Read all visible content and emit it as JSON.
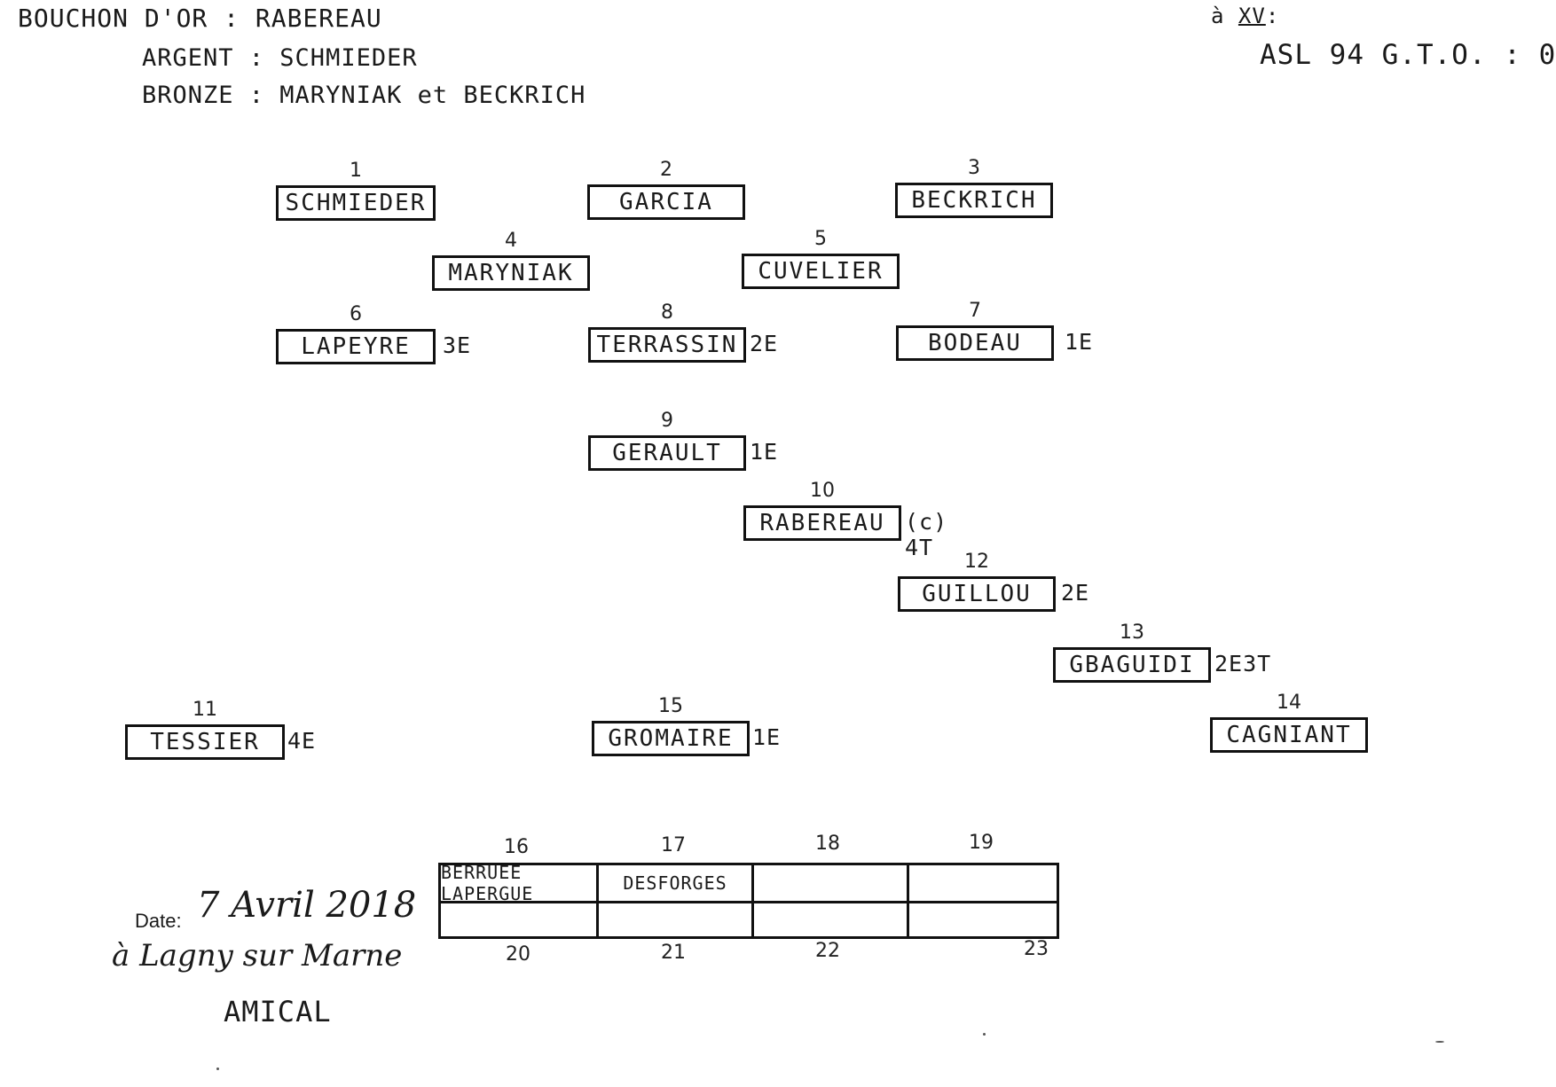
{
  "header": {
    "gold": "BOUCHON D'OR : RABEREAU",
    "silver": "ARGENT : SCHMIEDER",
    "bronze": "BRONZE : MARYNIAK et BECKRICH",
    "xv_prefix": "à",
    "xv_num": "XV",
    "xv_suffix": ":",
    "asl": "ASL 94 G.T.O. : 0"
  },
  "players": {
    "p1": {
      "num": "1",
      "name": "SCHMIEDER",
      "note": ""
    },
    "p2": {
      "num": "2",
      "name": "GARCIA",
      "note": ""
    },
    "p3": {
      "num": "3",
      "name": "BECKRICH",
      "note": ""
    },
    "p4": {
      "num": "4",
      "name": "MARYNIAK",
      "note": ""
    },
    "p5": {
      "num": "5",
      "name": "CUVELIER",
      "note": ""
    },
    "p6": {
      "num": "6",
      "name": "LAPEYRE",
      "note": "3E"
    },
    "p7": {
      "num": "7",
      "name": "BODEAU",
      "note": "1E"
    },
    "p8": {
      "num": "8",
      "name": "TERRASSIN",
      "note": "2E"
    },
    "p9": {
      "num": "9",
      "name": "GERAULT",
      "note": "1E"
    },
    "p10": {
      "num": "10",
      "name": "RABEREAU",
      "note": "(c) 4T"
    },
    "p11": {
      "num": "11",
      "name": "TESSIER",
      "note": "4E"
    },
    "p12": {
      "num": "12",
      "name": "GUILLOU",
      "note": "2E"
    },
    "p13": {
      "num": "13",
      "name": "GBAGUIDI",
      "note": "2E3T"
    },
    "p14": {
      "num": "14",
      "name": "CAGNIANT",
      "note": ""
    },
    "p15": {
      "num": "15",
      "name": "GROMAIRE",
      "note": "1E"
    }
  },
  "grid": {
    "top_numbers": [
      "16",
      "17",
      "18",
      "19"
    ],
    "bottom_numbers": [
      "20",
      "21",
      "22",
      "23"
    ],
    "top_names": [
      "BERRUEE LAPERGUE",
      "DESFORGES",
      "",
      ""
    ],
    "bottom_names": [
      "",
      "",
      "",
      ""
    ]
  },
  "footer": {
    "date_label": "Date:",
    "date_value": "7 Avril 2018",
    "place": "à Lagny sur Marne",
    "event_type": "AMICAL"
  }
}
